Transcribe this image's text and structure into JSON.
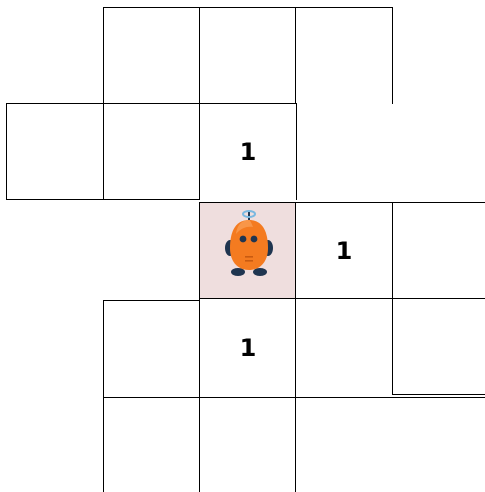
{
  "board": {
    "cells": [
      {
        "id": "r0c1",
        "label": ""
      },
      {
        "id": "r0c2",
        "label": ""
      },
      {
        "id": "r0c3",
        "label": ""
      },
      {
        "id": "r1c0",
        "label": ""
      },
      {
        "id": "r1c1",
        "label": ""
      },
      {
        "id": "r1c2",
        "label": "1"
      },
      {
        "id": "r2c2",
        "label": ""
      },
      {
        "id": "r2c3",
        "label": "1"
      },
      {
        "id": "r2c4",
        "label": ""
      },
      {
        "id": "r3c1",
        "label": ""
      },
      {
        "id": "r3c2",
        "label": "1"
      },
      {
        "id": "r3c3",
        "label": ""
      },
      {
        "id": "r3c4",
        "label": ""
      },
      {
        "id": "r4c1",
        "label": ""
      },
      {
        "id": "r4c2",
        "label": ""
      },
      {
        "id": "r4c3",
        "label": ""
      }
    ],
    "robot_cell": "r2c2",
    "colors": {
      "robot_cell_bg": "#efdede",
      "robot_body": "#f47b20",
      "robot_dark": "#1f3550",
      "robot_antenna": "#7ab8e0"
    }
  }
}
